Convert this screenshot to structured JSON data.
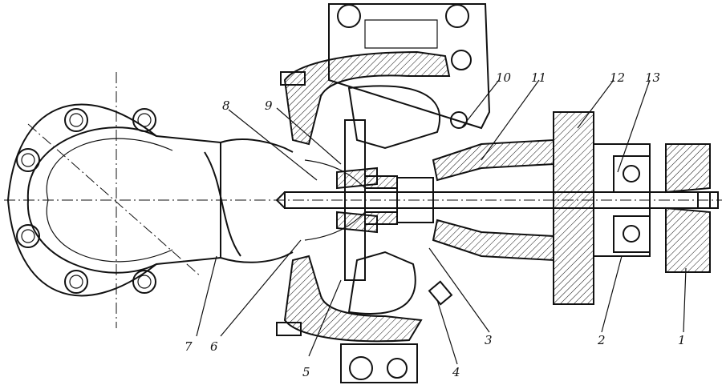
{
  "figure": {
    "callouts": [
      "1",
      "2",
      "3",
      "4",
      "5",
      "6",
      "7",
      "8",
      "9",
      "10",
      "11",
      "12",
      "13"
    ]
  }
}
